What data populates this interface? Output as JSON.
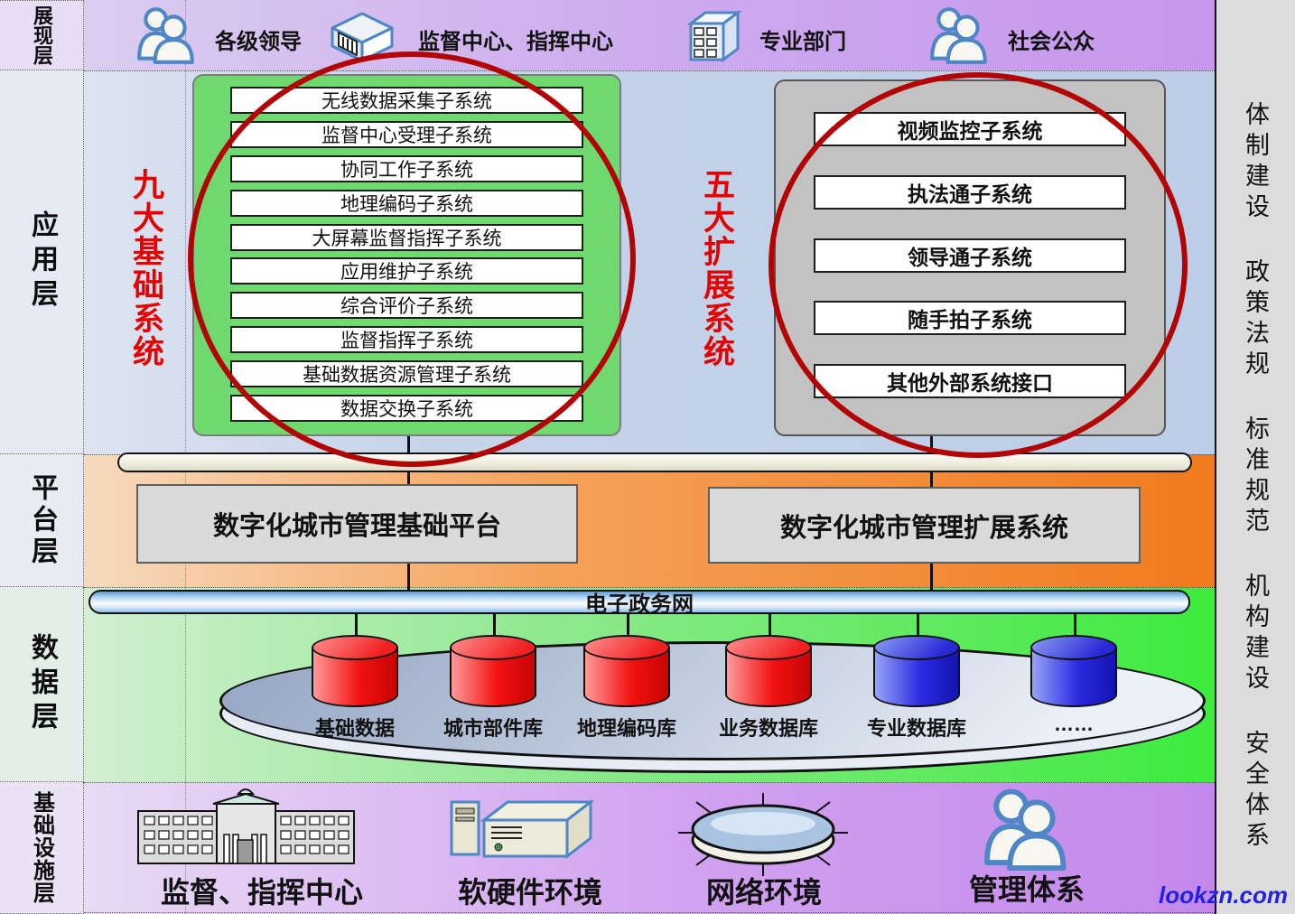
{
  "presentation_layer": {
    "label": "展现层",
    "audiences": [
      {
        "icon": "users-icon",
        "label": "各级领导"
      },
      {
        "icon": "bank-icon",
        "label": "监督中心、指挥中心"
      },
      {
        "icon": "office-building-icon",
        "label": "专业部门"
      },
      {
        "icon": "users-icon",
        "label": "社会公众"
      }
    ]
  },
  "application_layer": {
    "label": "应用层",
    "basic_systems": {
      "title": "九大基础系统",
      "items": [
        "无线数据采集子系统",
        "监督中心受理子系统",
        "协同工作子系统",
        "地理编码子系统",
        "大屏幕监督指挥子系统",
        "应用维护子系统",
        "综合评价子系统",
        "监督指挥子系统",
        "基础数据资源管理子系统",
        "数据交换子系统"
      ]
    },
    "extension_systems": {
      "title": "五大扩展系统",
      "items": [
        "视频监控子系统",
        "执法通子系统",
        "领导通子系统",
        "随手拍子系统",
        "其他外部系统接口"
      ]
    }
  },
  "platform_layer": {
    "label": "平台层",
    "base_platform": "数字化城市管理基础平台",
    "extension_platform": "数字化城市管理扩展系统"
  },
  "data_layer": {
    "label": "数据层",
    "network": "电子政务网",
    "databases": [
      {
        "label": "基础数据",
        "color": "#e60000"
      },
      {
        "label": "城市部件库",
        "color": "#e60000"
      },
      {
        "label": "地理编码库",
        "color": "#e60000"
      },
      {
        "label": "业务数据库",
        "color": "#e60000"
      },
      {
        "label": "专业数据库",
        "color": "#2222cc"
      },
      {
        "label": "……",
        "color": "#2222cc"
      }
    ]
  },
  "infrastructure_layer": {
    "label": "基础设施层",
    "items": [
      {
        "icon": "government-building-icon",
        "label": "监督、指挥中心"
      },
      {
        "icon": "server-icon",
        "label": "软硬件环境"
      },
      {
        "icon": "network-disk-icon",
        "label": "网络环境"
      },
      {
        "icon": "users-icon",
        "label": "管理体系"
      }
    ]
  },
  "right_sidebar": {
    "items": [
      "体制建设",
      "政策法规",
      "标准规范",
      "机构建设",
      "安全体系"
    ]
  },
  "watermark": "lookzn.com",
  "colors": {
    "accent_red": "#b20404",
    "title_red": "#e60000",
    "basic_box_green": "#6fd96f",
    "extension_box_gray": "#c2c2c2",
    "platform_orange": "#f07a1e",
    "data_green": "#3deb3d",
    "presentation_purple": "#c697ec",
    "db_red": "#e60000",
    "db_blue": "#2222cc"
  }
}
